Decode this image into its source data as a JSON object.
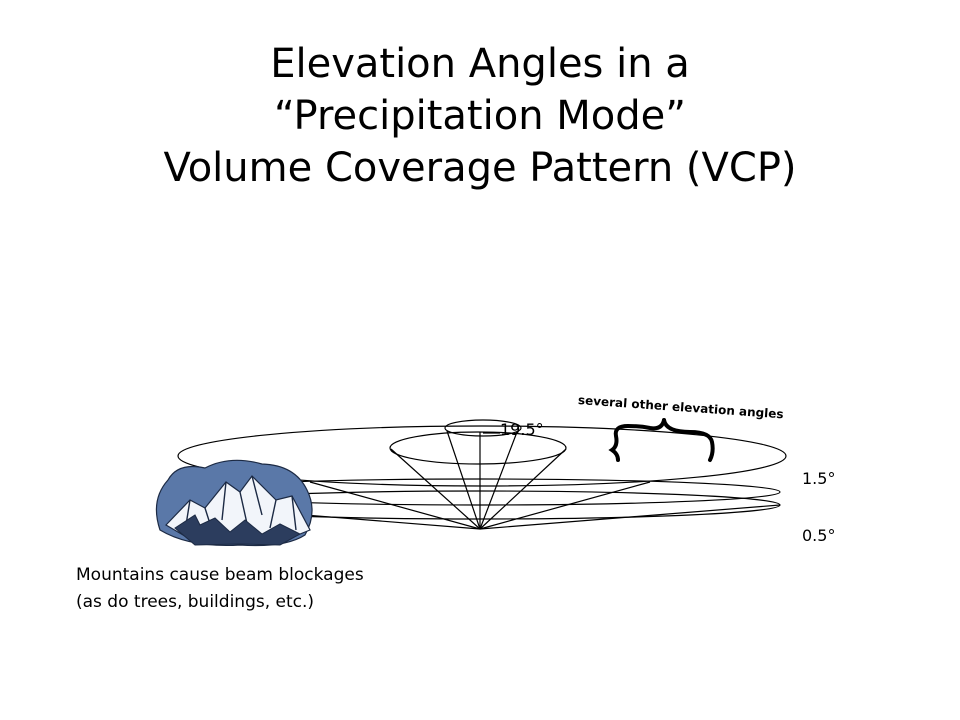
{
  "title": {
    "line1": "Elevation Angles in a",
    "line2": "“Precipitation Mode”",
    "line3": "Volume Coverage Pattern (VCP)"
  },
  "labels": {
    "angle_high": "19.5°",
    "angle_mid": "1.5°",
    "angle_low": "0.5°",
    "other_angles": "several other elevation angles"
  },
  "caption": {
    "line1": "Mountains cause beam blockages",
    "line2": "(as do trees, buildings, etc.)"
  },
  "icons": {
    "mountain": "mountain-icon",
    "brace": "curly-brace-icon"
  },
  "colors": {
    "line": "#000000",
    "mountain_sky": "#5a78a8",
    "mountain_snow": "#f2f5fa"
  }
}
